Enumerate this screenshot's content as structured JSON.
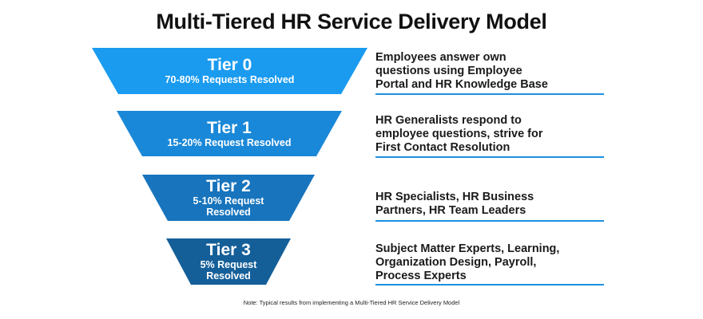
{
  "title": "Multi-Tiered HR Service Delivery Model",
  "tiers": [
    {
      "name": "Tier 0",
      "sub_lines": [
        "70-80% Requests Resolved"
      ],
      "color": "#1a9bf0",
      "desc_lines": [
        "Employees answer own",
        "questions using Employee",
        "Portal and HR Knowledge Base"
      ]
    },
    {
      "name": "Tier 1",
      "sub_lines": [
        "15-20% Request Resolved"
      ],
      "color": "#1a88d8",
      "desc_lines": [
        "HR Generalists respond to",
        "employee questions, strive for",
        "First Contact Resolution"
      ]
    },
    {
      "name": "Tier 2",
      "sub_lines": [
        "5-10% Request",
        "Resolved"
      ],
      "color": "#1774bd",
      "desc_lines": [
        "HR Specialists, HR Business",
        "Partners, HR Team Leaders"
      ]
    },
    {
      "name": "Tier 3",
      "sub_lines": [
        "5% Request",
        "Resolved"
      ],
      "color": "#155f99",
      "desc_lines": [
        "Subject Matter Experts, Learning,",
        "Organization Design, Payroll,",
        "Process Experts"
      ]
    }
  ],
  "rule_color": "#1e90e0",
  "note": "Note: Typical results from implementing a Multi-Tiered HR Service Delivery Model"
}
